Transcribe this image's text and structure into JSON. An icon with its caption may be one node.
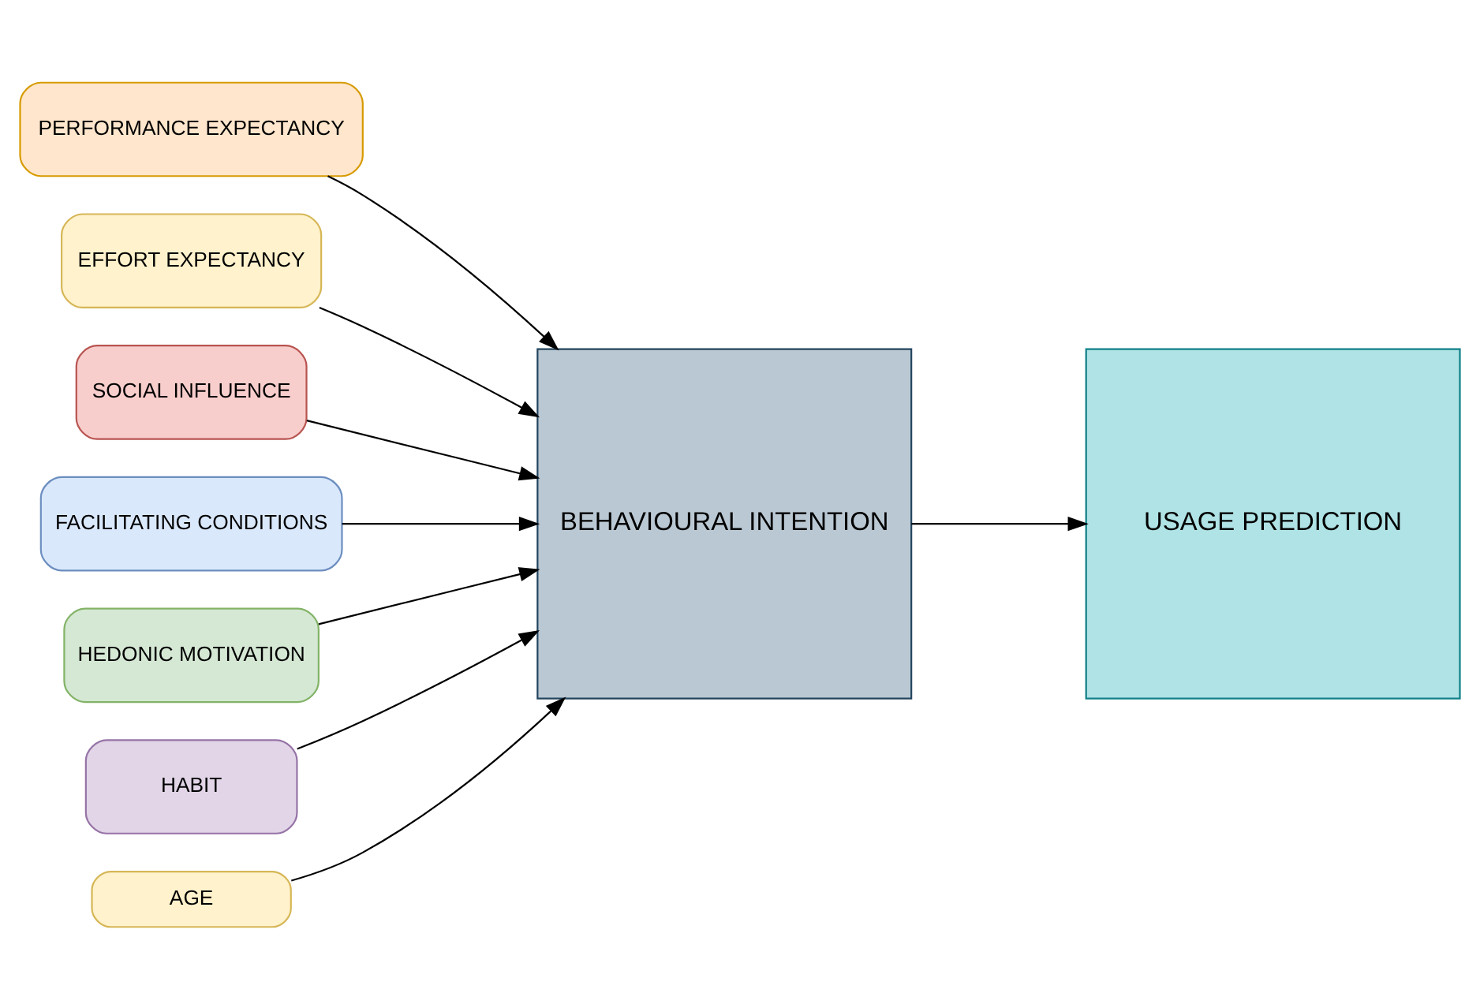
{
  "diagram": {
    "nodes": [
      {
        "text": [
          "PERFORMANCE EXPECTANCY"
        ]
      },
      {
        "text": [
          "EFFORT EXPECTANCY"
        ]
      },
      {
        "text": [
          "SOCIAL INFLUENCE"
        ]
      },
      {
        "text": [
          "FACILITATING CONDITIONS"
        ]
      },
      {
        "text": [
          "HEDONIC MOTIVATION"
        ]
      },
      {
        "text": [
          "HABIT"
        ]
      },
      {
        "text": [
          "BEHAVIOURAL INTENTION"
        ]
      },
      {
        "text": [
          "USAGE PREDICTION"
        ]
      },
      {
        "text": [
          "AGE"
        ]
      }
    ],
    "edges": [
      {
        "from": 0,
        "to": 6,
        "arrow": "to"
      },
      {
        "from": 1,
        "to": 6,
        "arrow": "to"
      },
      {
        "from": 2,
        "to": 6,
        "arrow": "to"
      },
      {
        "from": 3,
        "to": 6,
        "arrow": "to"
      },
      {
        "from": 4,
        "to": 6,
        "arrow": "to"
      },
      {
        "from": 5,
        "to": 6,
        "arrow": "to"
      },
      {
        "from": 6,
        "to": 7,
        "arrow": "to"
      },
      {
        "from": 8,
        "to": 6,
        "arrow": "to"
      }
    ]
  }
}
